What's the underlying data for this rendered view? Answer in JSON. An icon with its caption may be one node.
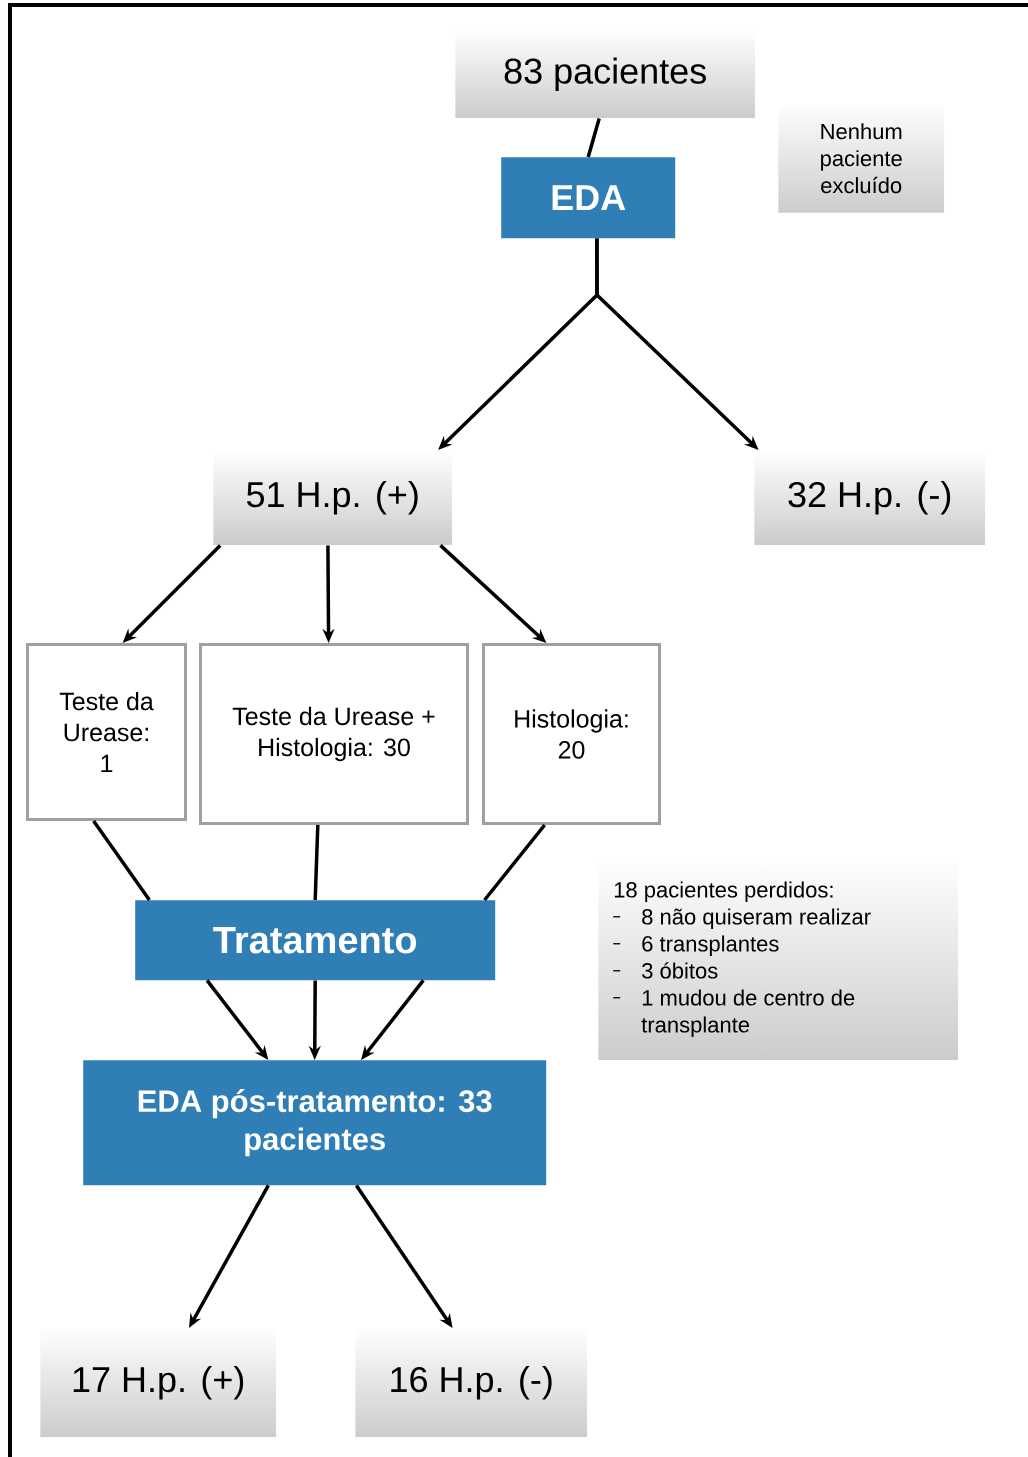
{
  "diagram": {
    "nodes": [
      {
        "text": [
          "83 pacientes"
        ]
      },
      {
        "text": [
          "EDA"
        ]
      },
      {
        "text": [
          "Nenhum paciente excluído"
        ]
      },
      {
        "text": [
          "51 H.p. (+)"
        ]
      },
      {
        "text": [
          "32 H.p. (-)"
        ]
      },
      {
        "text": [
          "Teste da Urease: 1"
        ]
      },
      {
        "text": [
          "Teste da Urease + Histologia: 30"
        ]
      },
      {
        "text": [
          "Histologia: 20"
        ]
      },
      {
        "text": [
          "Tratamento"
        ]
      },
      {
        "text": [
          "18 pacientes perdidos:",
          "8 não quiseram realizar",
          "6 transplantes",
          "3 óbitos",
          "1 mudou de centro de transplante"
        ]
      },
      {
        "text": [
          "EDA pós-tratamento: 33 pacientes"
        ]
      },
      {
        "text": [
          "17 H.p. (+)"
        ]
      },
      {
        "text": [
          "16 H.p. (-)"
        ]
      }
    ],
    "edges": [
      {
        "from": 0,
        "to": 1,
        "arrow": "none"
      },
      {
        "from": 1,
        "to": 3,
        "arrow": "to"
      },
      {
        "from": 1,
        "to": 4,
        "arrow": "to"
      },
      {
        "from": 3,
        "to": 5,
        "arrow": "to"
      },
      {
        "from": 3,
        "to": 6,
        "arrow": "to"
      },
      {
        "from": 3,
        "to": 7,
        "arrow": "to"
      },
      {
        "from": 5,
        "to": 8,
        "arrow": "none"
      },
      {
        "from": 6,
        "to": 8,
        "arrow": "none"
      },
      {
        "from": 7,
        "to": 8,
        "arrow": "none"
      },
      {
        "from": 8,
        "to": 10,
        "arrow": "to"
      },
      {
        "from": 8,
        "to": 10,
        "arrow": "to"
      },
      {
        "from": 8,
        "to": 10,
        "arrow": "to"
      },
      {
        "from": 10,
        "to": 11,
        "arrow": "to"
      },
      {
        "from": 10,
        "to": 12,
        "arrow": "to"
      }
    ]
  }
}
